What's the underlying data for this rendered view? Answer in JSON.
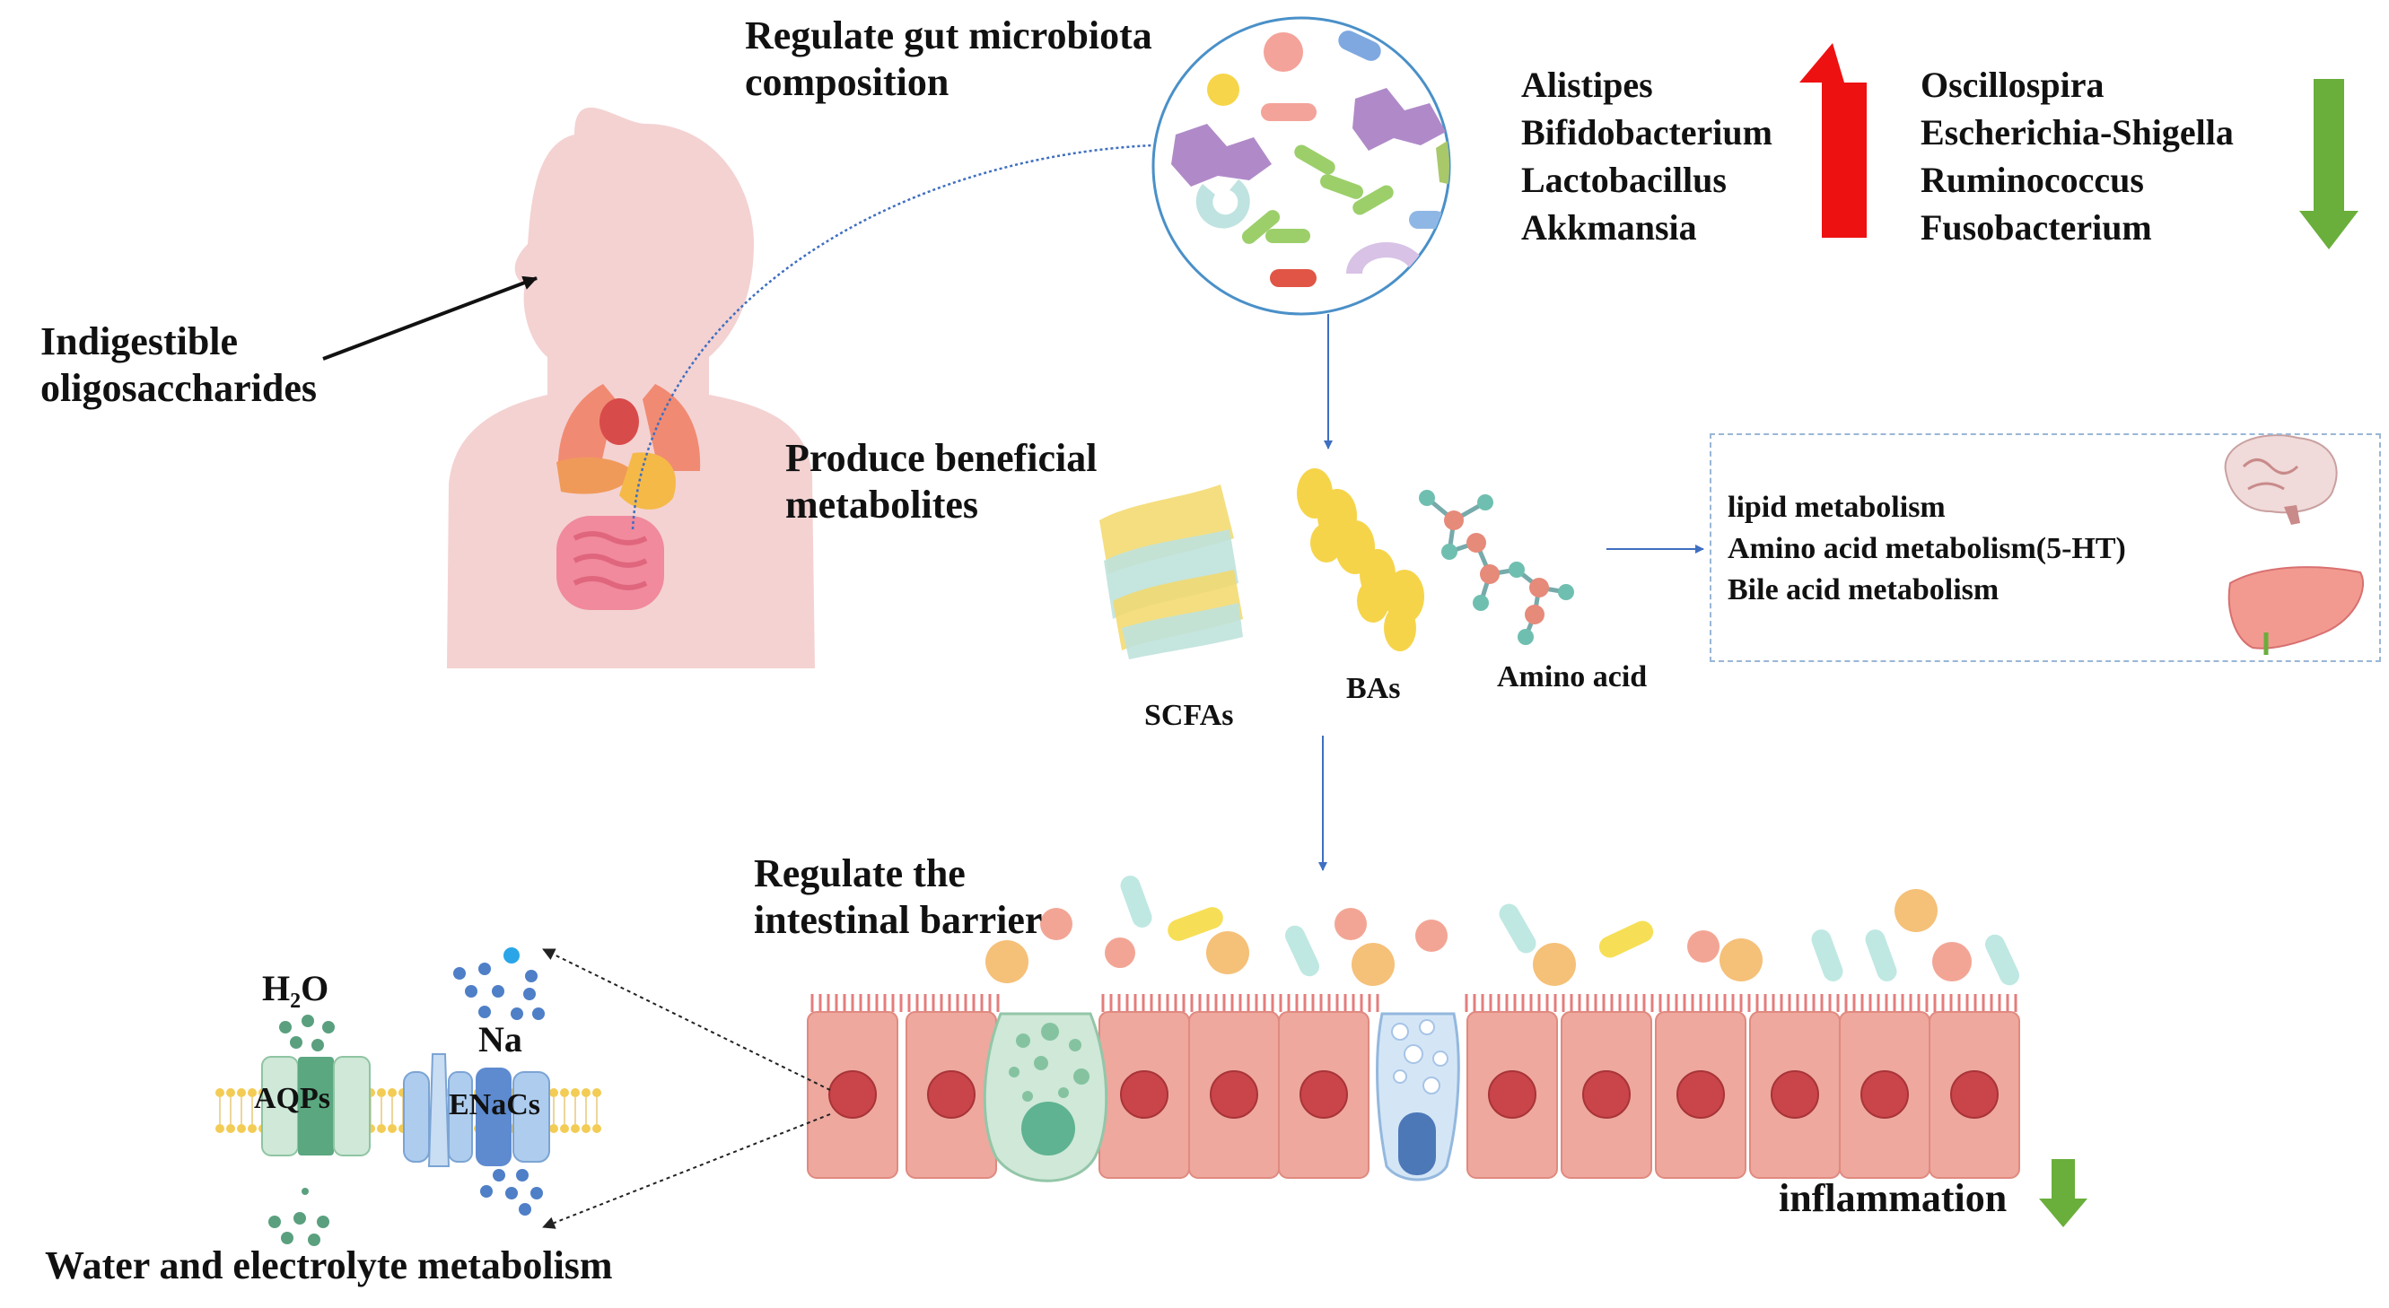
{
  "diagram": {
    "labels": {
      "oligosaccharides_line1": "Indigestible",
      "oligosaccharides_line2": "oligosaccharides",
      "microbiota_line1": "Regulate gut microbiota",
      "microbiota_line2": "composition",
      "metabolites_line1": "Produce beneficial",
      "metabolites_line2": "metabolites",
      "barrier_line1": "Regulate the",
      "barrier_line2": "intestinal barrier",
      "water_electrolyte": "Water and electrolyte metabolism",
      "inflammation": "inflammation",
      "scfas": "SCFAs",
      "bas": "BAs",
      "amino_acid": "Amino acid",
      "h2o": "H₂O",
      "na": "Na",
      "aqps": "AQPs",
      "enacs": "ENaCs"
    },
    "increased_bacteria": [
      "Alistipes",
      "Bifidobacterium",
      "Lactobacillus",
      "Akkmansia"
    ],
    "decreased_bacteria": [
      "Oscillospira",
      "Escherichia-Shigella",
      "Ruminococcus",
      "Fusobacterium"
    ],
    "metabolism_effects": [
      "lipid metabolism",
      "Amino acid metabolism(5-HT)",
      "Bile acid metabolism"
    ],
    "colors": {
      "up_arrow": "#ee1111",
      "down_arrow": "#6aae3c",
      "body": "#f4d2d2",
      "cell": "#eea89e",
      "nucleus": "#c9454a",
      "goblet": "#cfe8d8",
      "flow_arrow": "#3f6fc0"
    },
    "icons": [
      "human-body-icon",
      "microbiota-circle-icon",
      "scfa-crystal-icon",
      "bile-acid-icon",
      "amino-acid-molecule-icon",
      "brain-icon",
      "liver-icon",
      "epithelium-icon",
      "aqp-channel-icon",
      "enac-channel-icon"
    ]
  }
}
